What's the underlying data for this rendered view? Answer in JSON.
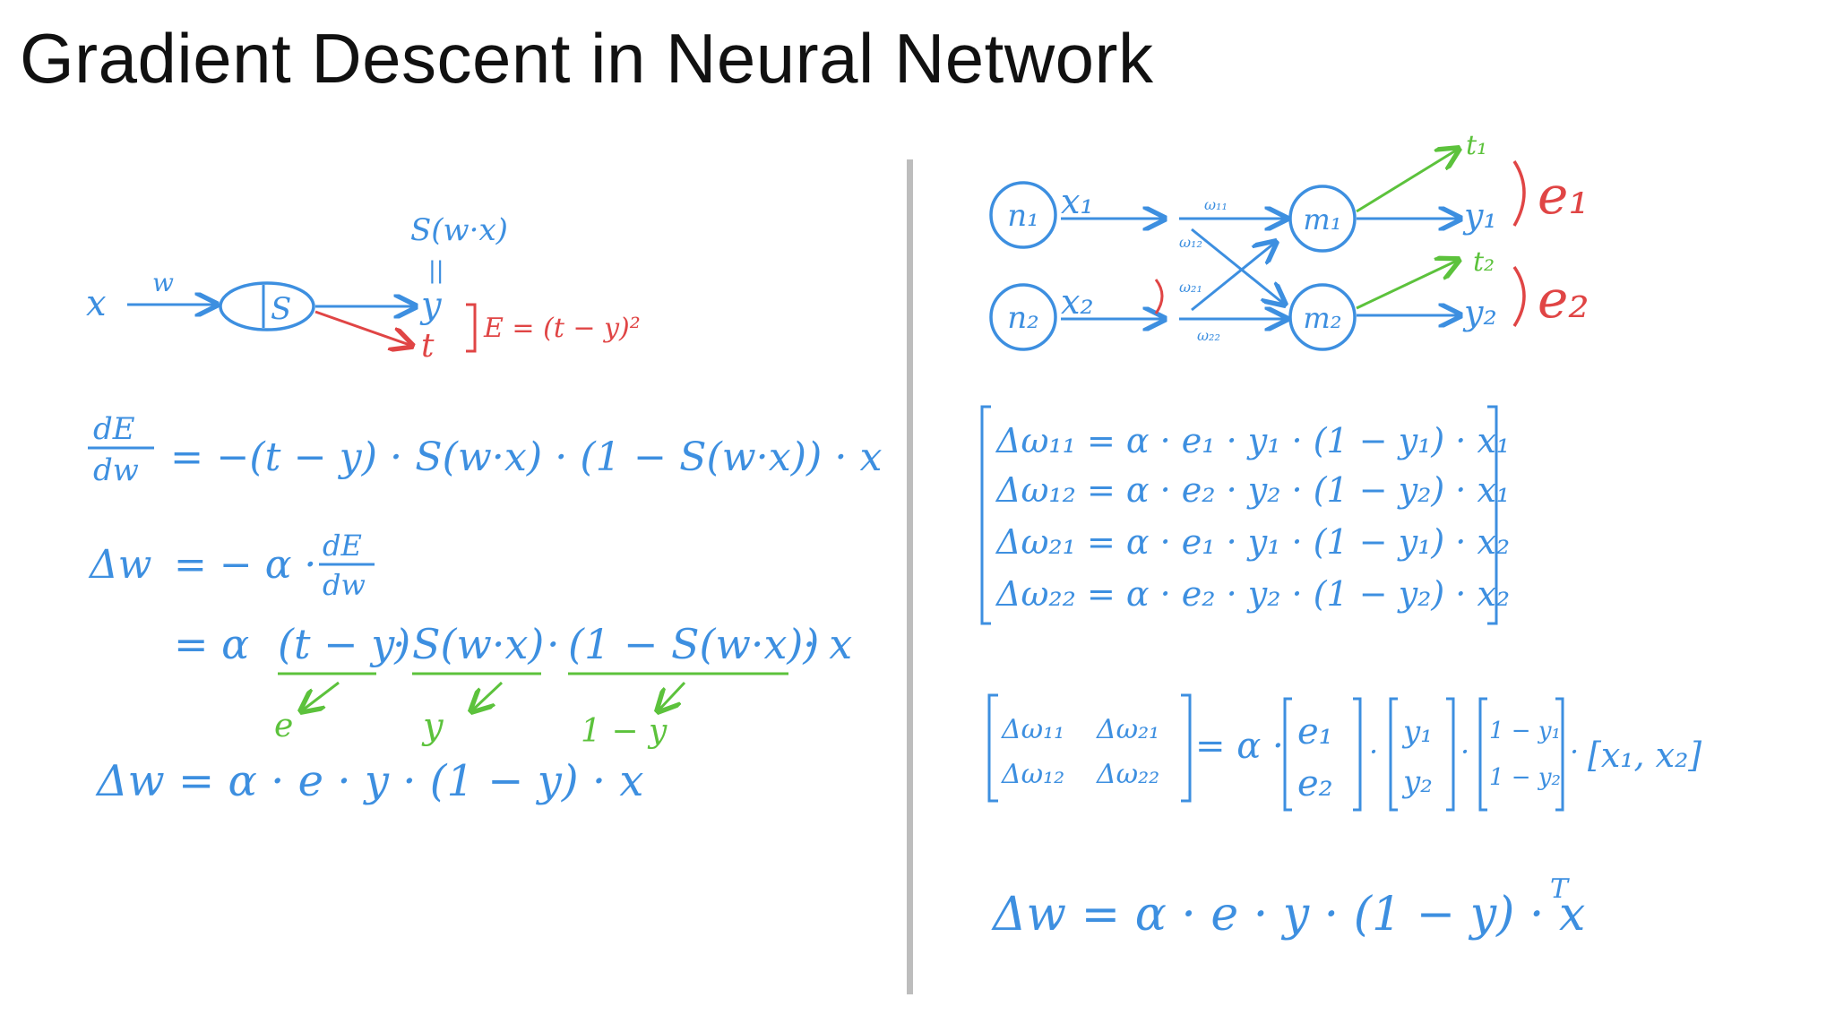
{
  "title": "Gradient Descent in Neural Network",
  "colors": {
    "blue": "#3d8fe0",
    "red": "#e04545",
    "green": "#5cc23c",
    "divider": "#bdbdbd",
    "title": "#111111"
  },
  "left": {
    "input": "x",
    "weight": "w",
    "unit": "S",
    "sigmoid_expr": "S(w·x)",
    "equals_mark": "||",
    "output": "y",
    "target": "t",
    "error_def": "E = (t − y)²",
    "deriv_num": "dE",
    "deriv_den": "dw",
    "deriv_rhs": "= −(t − y) · S(w·x) · (1 − S(w·x)) · x",
    "dw_lhs": "Δw",
    "dw_eq1_prefix": "= − α ·",
    "dw_eq2": "= α",
    "term_error": "(t − y)",
    "term_sig": "S(w·x)",
    "term_deriv": "(1 − S(w·x))",
    "term_x": "· x",
    "dot1": "·",
    "dot2": "·",
    "sub_error": "e",
    "sub_sig": "y",
    "sub_deriv": "1 − y",
    "final": "Δw = α · e · y · (1 − y) · x"
  },
  "right": {
    "nodes": {
      "n1": "n₁",
      "n2": "n₂",
      "m1": "m₁",
      "m2": "m₂"
    },
    "inputs": {
      "x1": "x₁",
      "x2": "x₂"
    },
    "weights": {
      "w11": "ω₁₁",
      "w12": "ω₁₂",
      "w21": "ω₂₁",
      "w22": "ω₂₂"
    },
    "outputs": {
      "y1": "y₁",
      "y2": "y₂"
    },
    "targets": {
      "t1": "t₁",
      "t2": "t₂"
    },
    "errors": {
      "e1": "e₁",
      "e2": "e₂"
    },
    "updates": [
      "Δω₁₁ = α · e₁ · y₁ · (1 − y₁) · x₁",
      "Δω₁₂ = α · e₂ · y₂ · (1 − y₂) · x₁",
      "Δω₂₁ = α · e₁ · y₁ · (1 − y₁) · x₂",
      "Δω₂₂ = α · e₂ · y₂ · (1 − y₂) · x₂"
    ],
    "matrix": {
      "lhs": [
        "Δω₁₁",
        "Δω₂₁",
        "Δω₁₂",
        "Δω₂₂"
      ],
      "eq": "= α ·",
      "e": [
        "e₁",
        "e₂"
      ],
      "y": [
        "y₁",
        "y₂"
      ],
      "oneminus": [
        "1 − y₁",
        "1 − y₂"
      ],
      "x_row": "[x₁, x₂]",
      "dot": "·"
    },
    "final": "Δw = α · e · y · (1 − y) · x",
    "final_sup": "T"
  }
}
